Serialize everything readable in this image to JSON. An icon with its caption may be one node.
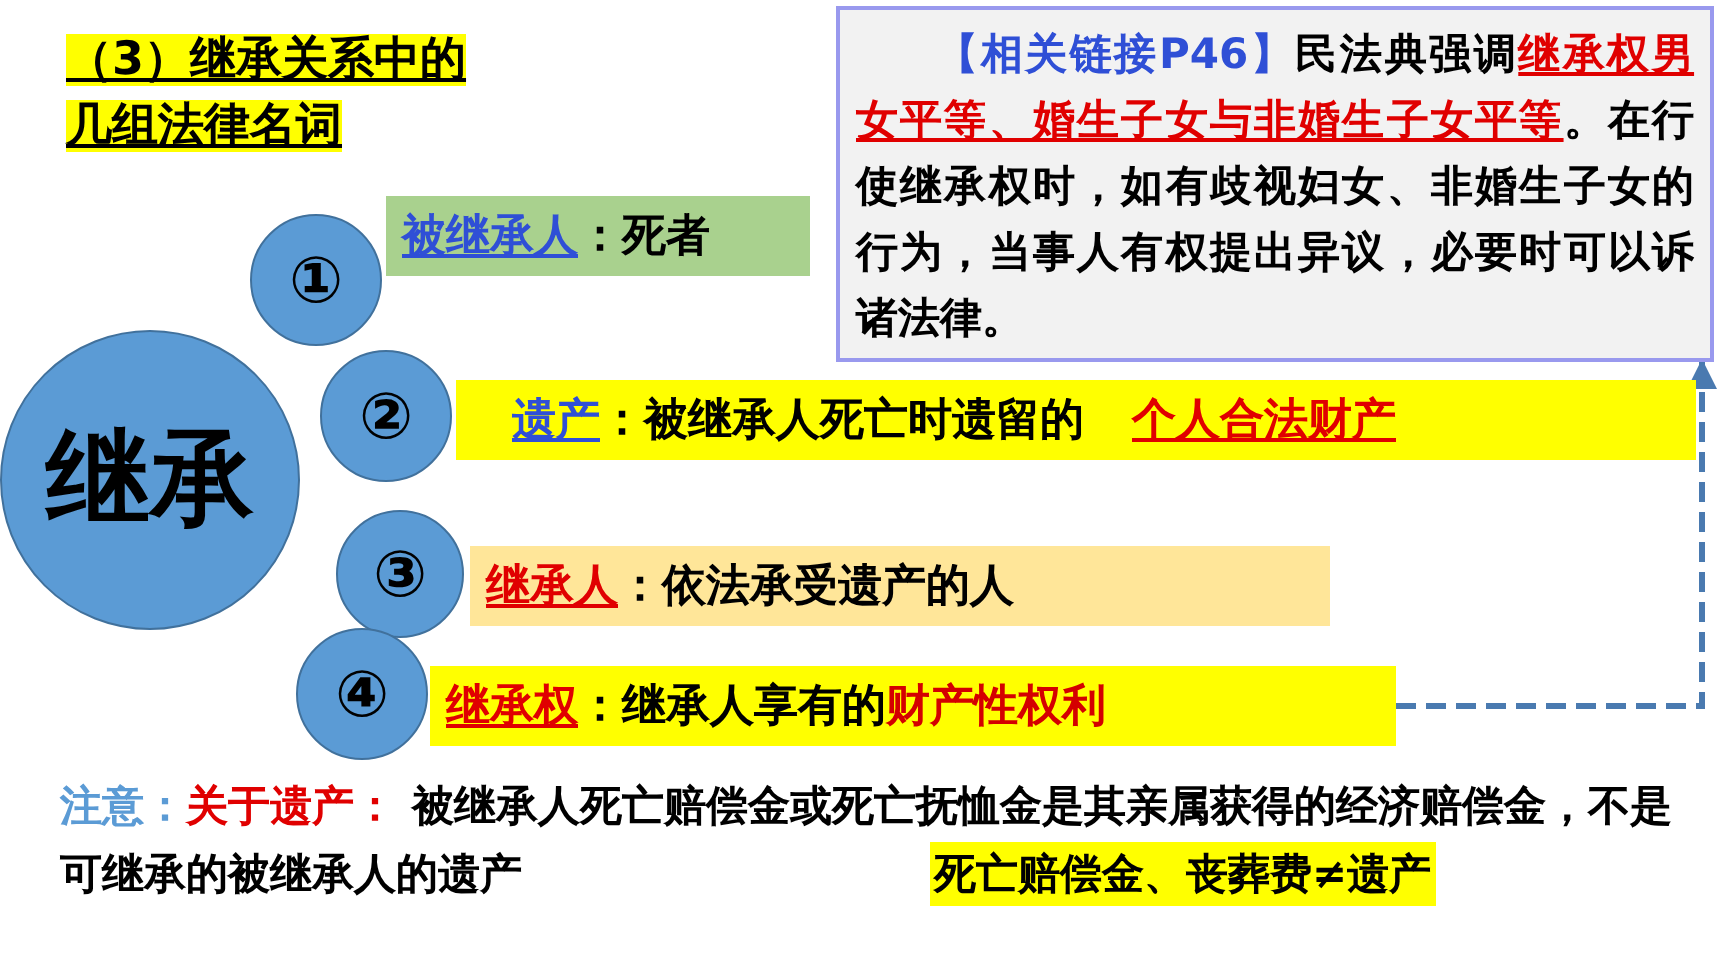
{
  "diagram": {
    "title": "（3）继承关系中的几组法律名词",
    "nodes": [
      {
        "text": [
          "继承"
        ]
      },
      {
        "text": [
          "①"
        ]
      },
      {
        "text": [
          "被继承人",
          "：死者"
        ]
      },
      {
        "text": [
          "②"
        ]
      },
      {
        "text": [
          "遗产",
          "：被继承人死亡时遗留的",
          "个人合法财产"
        ]
      },
      {
        "text": [
          "③"
        ]
      },
      {
        "text": [
          "继承人",
          "：依法承受遗产的人"
        ]
      },
      {
        "text": [
          "④"
        ]
      },
      {
        "text": [
          "继承权",
          "：继承人享有的",
          "财产性权利"
        ]
      },
      {
        "text": [
          "【相关链接P46】",
          "民法典强调",
          "继承权男女平等、婚生子女与非婚生子女平等",
          "。在行使继承权时，如有歧视妇女、非婚生子女的行为，当事人有权提出异议，必要时可以诉诸法律。"
        ]
      }
    ],
    "edges": [
      {
        "from": 8,
        "to": 9,
        "arrow": "to",
        "style": "dashed"
      }
    ],
    "labels": [
      "注意：",
      "关于遗产：",
      "被继承人死亡赔偿金或死亡抚恤金是其亲属获得的经济赔偿金，不是可继承的被继承人的遗产",
      "死亡赔偿金、丧葬费≠遗产"
    ]
  }
}
